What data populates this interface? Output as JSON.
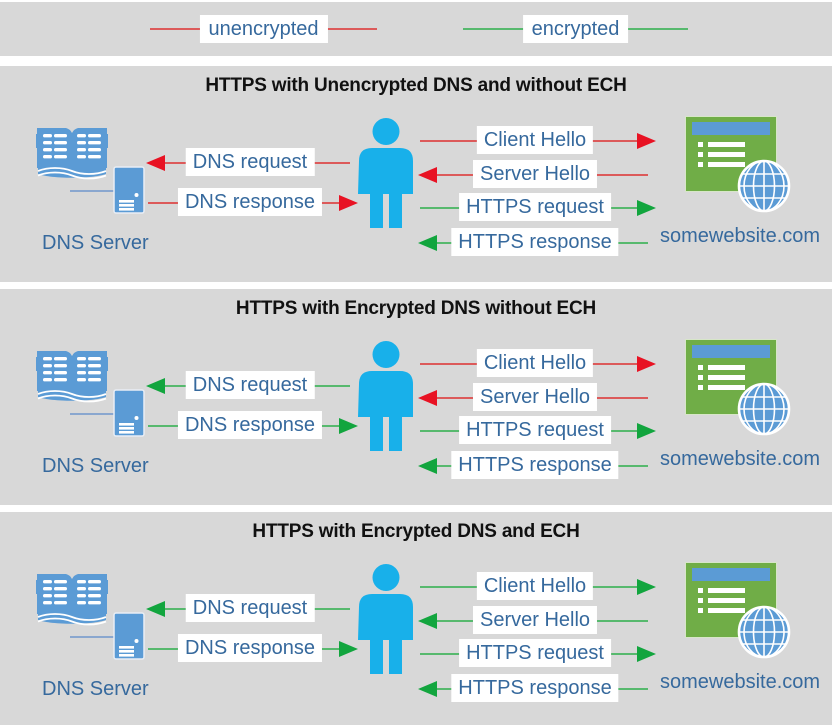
{
  "legend": {
    "items": [
      {
        "label": "unencrypted",
        "type": "unencrypted"
      },
      {
        "label": "encrypted",
        "type": "encrypted"
      }
    ]
  },
  "colors": {
    "panel_background": "#d8d8d8",
    "label_text": "#36699d",
    "title_text": "#111111",
    "unencrypted_line": "#dc5a5a",
    "unencrypted_arrow": "#e81223",
    "encrypted_line": "#57b96e",
    "encrypted_arrow": "#12a53e",
    "icon_blue": "#5b9bd5",
    "person_blue": "#18b0ea",
    "website_green": "#70ad47"
  },
  "panels": [
    {
      "title": "HTTPS with Unencrypted DNS and without ECH",
      "dns_server_label": "DNS Server",
      "website_label": "somewebsite.com",
      "dns_messages": [
        {
          "label": "DNS request",
          "direction": "left",
          "encrypted": false
        },
        {
          "label": "DNS response",
          "direction": "right",
          "encrypted": false
        }
      ],
      "tls_messages": [
        {
          "label": "Client Hello",
          "direction": "right",
          "encrypted": false
        },
        {
          "label": "Server Hello",
          "direction": "left",
          "encrypted": false
        },
        {
          "label": "HTTPS request",
          "direction": "right",
          "encrypted": true
        },
        {
          "label": "HTTPS response",
          "direction": "left",
          "encrypted": true
        }
      ]
    },
    {
      "title": "HTTPS with Encrypted DNS without ECH",
      "dns_server_label": "DNS Server",
      "website_label": "somewebsite.com",
      "dns_messages": [
        {
          "label": "DNS request",
          "direction": "left",
          "encrypted": true
        },
        {
          "label": "DNS response",
          "direction": "right",
          "encrypted": true
        }
      ],
      "tls_messages": [
        {
          "label": "Client Hello",
          "direction": "right",
          "encrypted": false
        },
        {
          "label": "Server Hello",
          "direction": "left",
          "encrypted": false
        },
        {
          "label": "HTTPS request",
          "direction": "right",
          "encrypted": true
        },
        {
          "label": "HTTPS response",
          "direction": "left",
          "encrypted": true
        }
      ]
    },
    {
      "title": "HTTPS with Encrypted DNS and ECH",
      "dns_server_label": "DNS Server",
      "website_label": "somewebsite.com",
      "dns_messages": [
        {
          "label": "DNS request",
          "direction": "left",
          "encrypted": true
        },
        {
          "label": "DNS response",
          "direction": "right",
          "encrypted": true
        }
      ],
      "tls_messages": [
        {
          "label": "Client Hello",
          "direction": "right",
          "encrypted": true
        },
        {
          "label": "Server Hello",
          "direction": "left",
          "encrypted": true
        },
        {
          "label": "HTTPS request",
          "direction": "right",
          "encrypted": true
        },
        {
          "label": "HTTPS response",
          "direction": "left",
          "encrypted": true
        }
      ]
    }
  ]
}
